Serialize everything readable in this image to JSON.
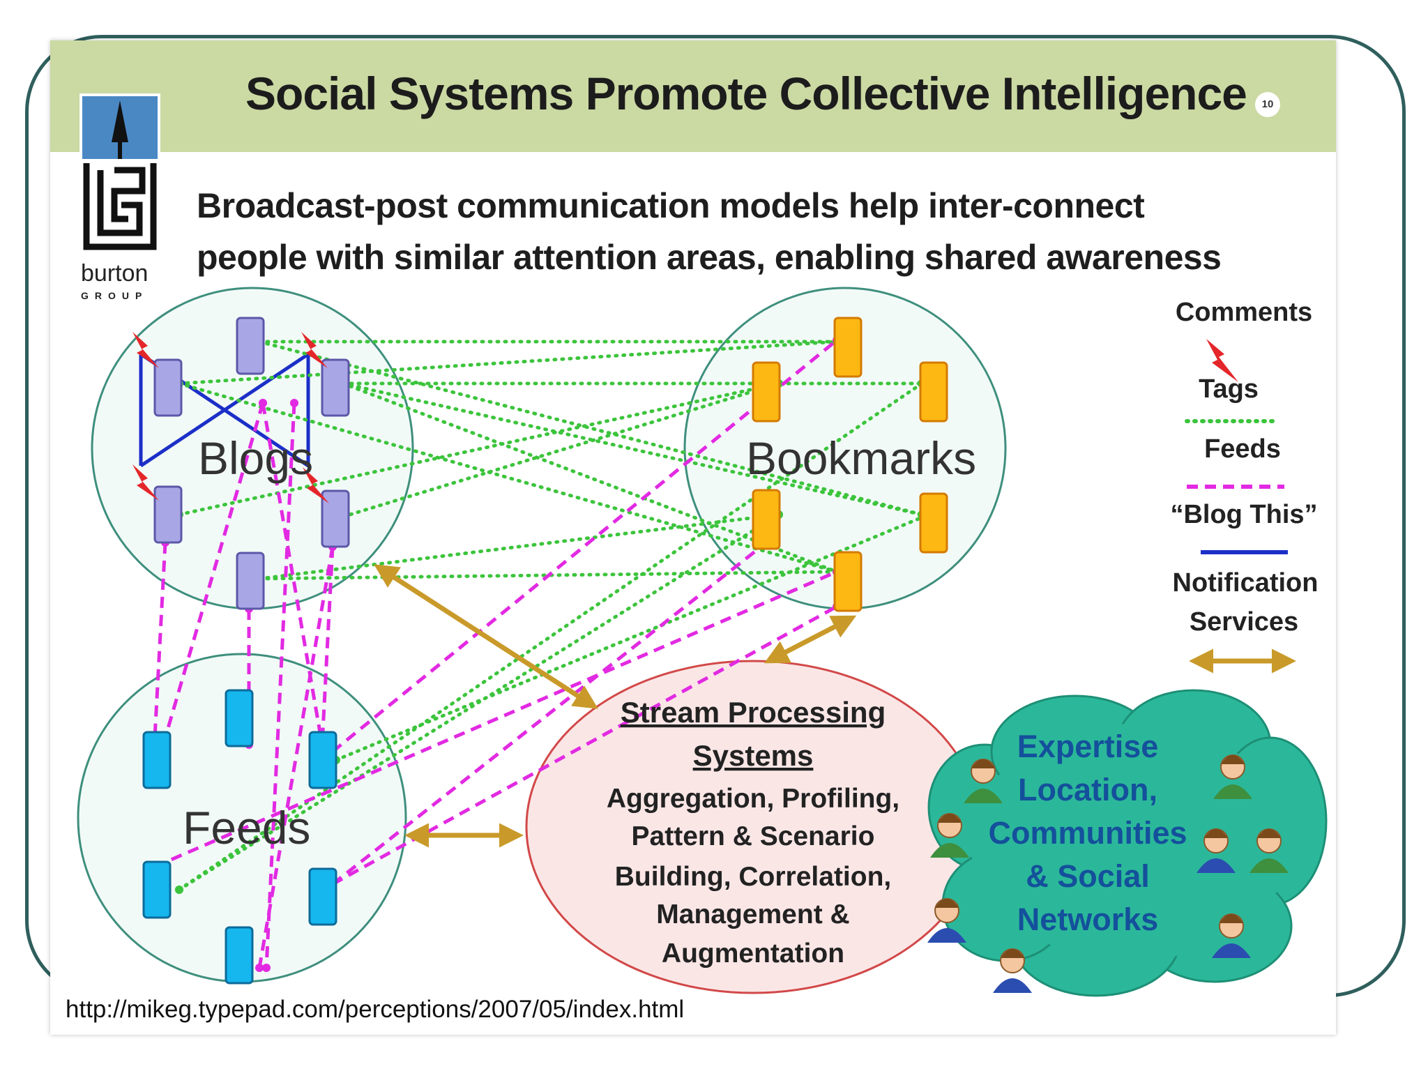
{
  "slide": {
    "title": "Social Systems Promote Collective Intelligence",
    "page_number": "10",
    "subtitle_line1": "Broadcast-post communication models help inter-connect",
    "subtitle_line2": "people with similar attention areas, enabling shared awareness"
  },
  "logo": {
    "word": "burton",
    "sub": "GROUP"
  },
  "nodes": {
    "blogs": "Blogs",
    "bookmarks": "Bookmarks",
    "feeds": "Feeds",
    "stream_title_1": "Stream Processing",
    "stream_title_2": "Systems",
    "stream_body": [
      "Aggregation, Profiling,",
      "Pattern & Scenario",
      "Building, Correlation,",
      "Management &",
      "Augmentation"
    ],
    "expertise": [
      "Expertise",
      "Location,",
      "Communities",
      "& Social",
      "Networks"
    ]
  },
  "legend": {
    "comments": "Comments",
    "tags": "Tags",
    "feeds": "Feeds",
    "blog_this": "“Blog This”",
    "notification_1": "Notification",
    "notification_2": "Services"
  },
  "colors": {
    "tags": "#3cc43c",
    "feeds": "#e22ae2",
    "blog_this": "#1c2fc8",
    "notification": "#c99a2a",
    "comments": "#e4262a"
  },
  "source_url": "http://mikeg.typepad.com/perceptions/2007/05/index.html"
}
